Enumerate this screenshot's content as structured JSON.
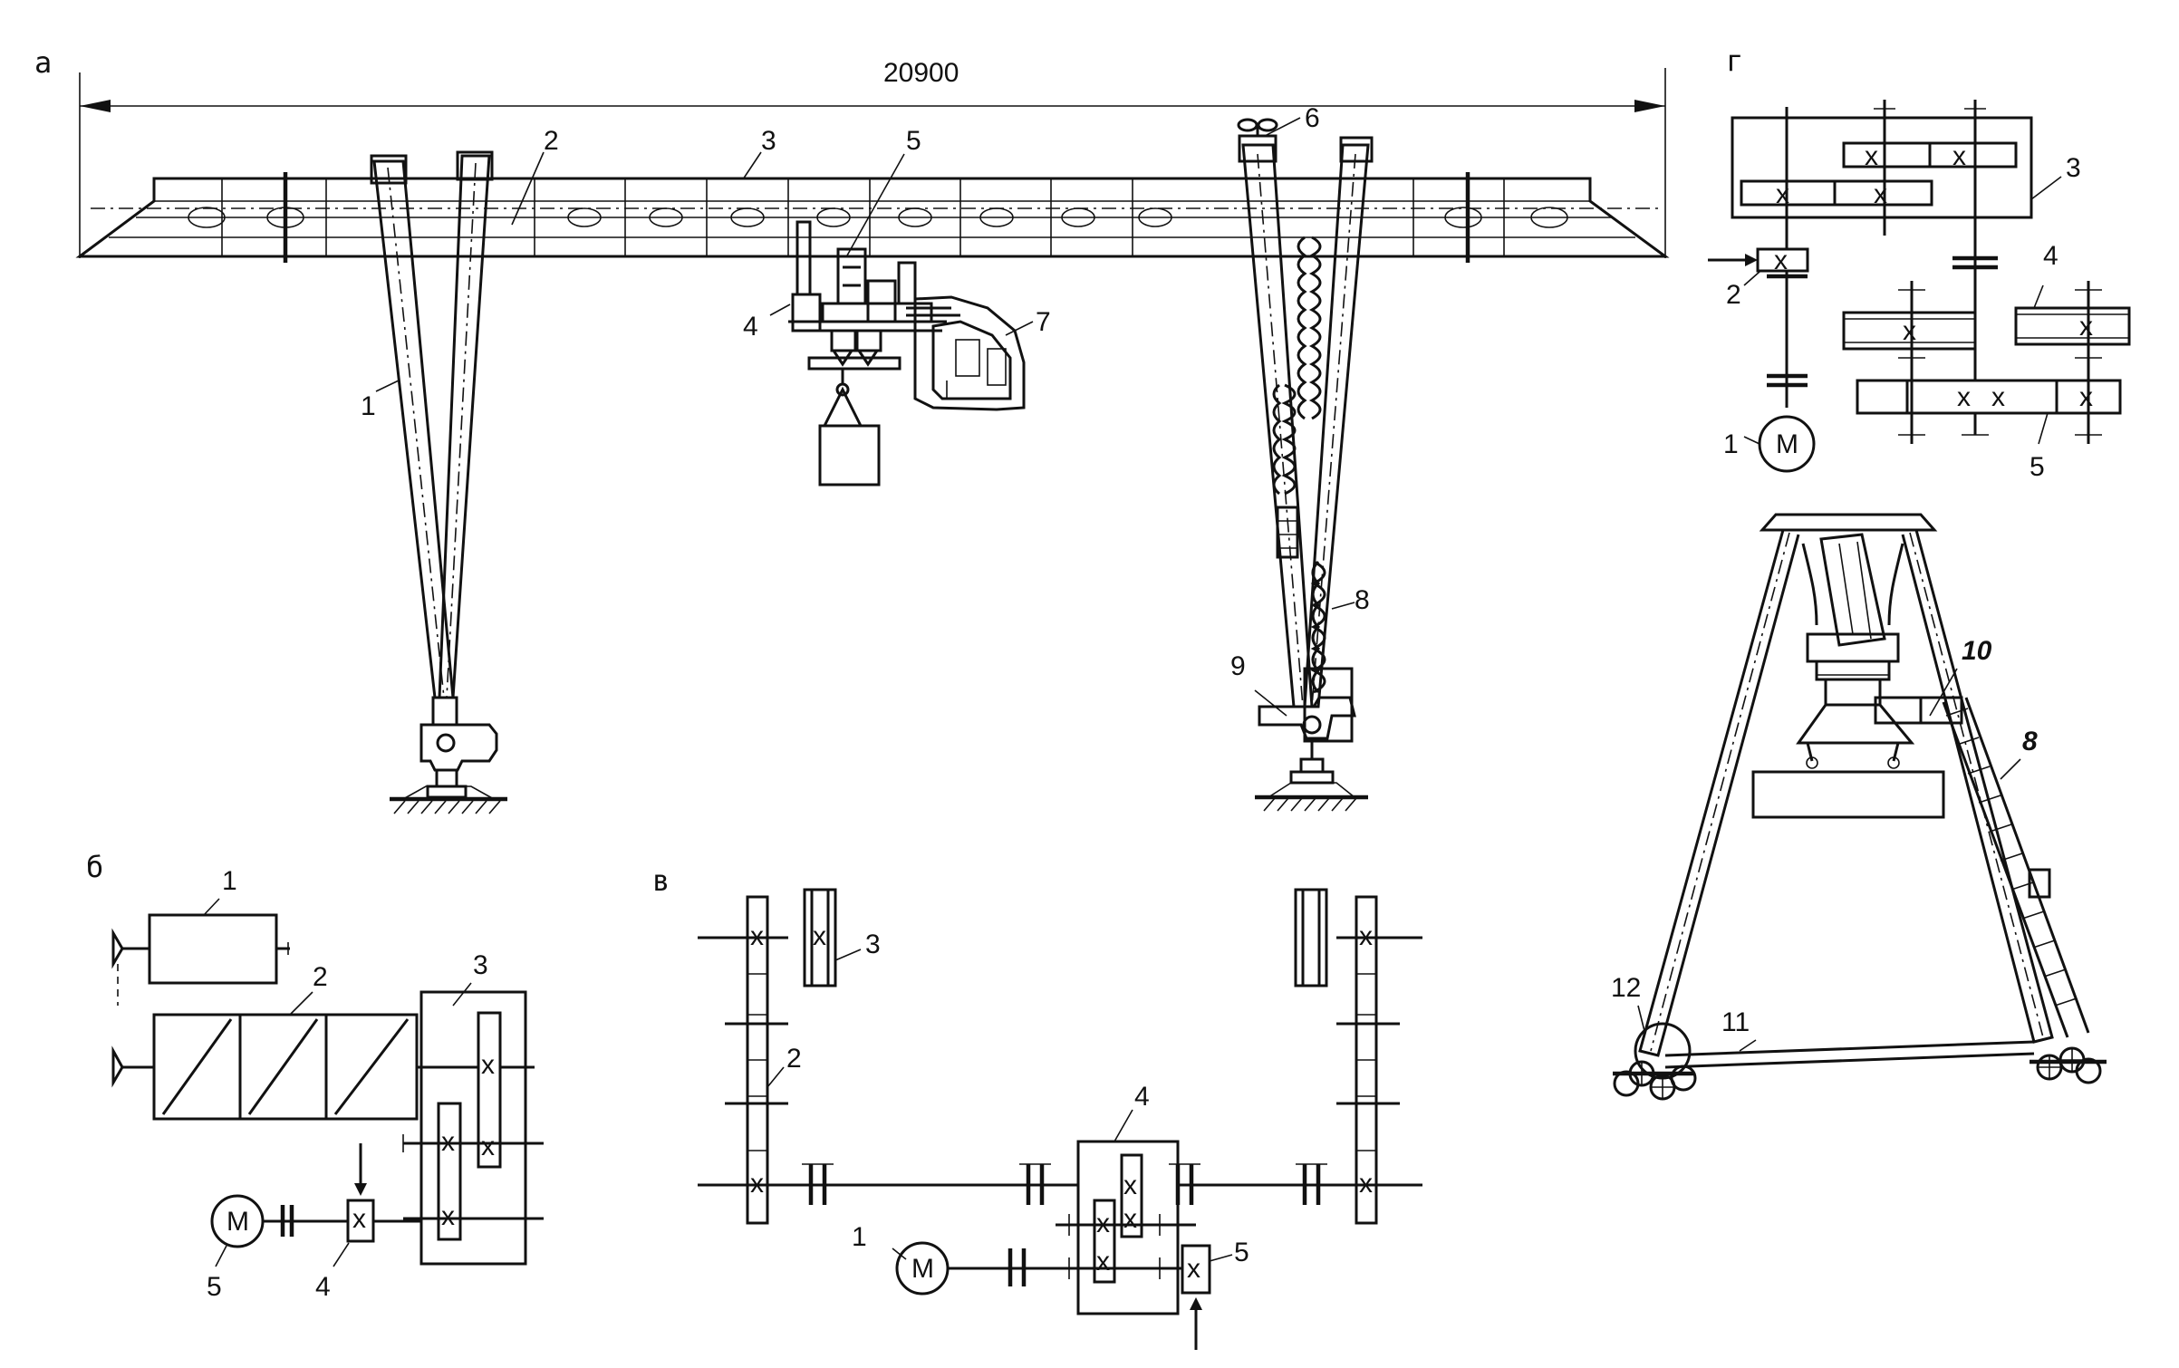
{
  "panels": {
    "a": "а",
    "b": "б",
    "v": "в",
    "g": "г"
  },
  "dimension": "20900",
  "panel_a_labels": [
    "1",
    "2",
    "3",
    "4",
    "5",
    "6",
    "7",
    "8",
    "9"
  ],
  "panel_b_labels": [
    "1",
    "2",
    "3",
    "4",
    "5"
  ],
  "panel_v_labels": [
    "1",
    "2",
    "3",
    "4",
    "5"
  ],
  "panel_g_labels": [
    "1",
    "2",
    "3",
    "4",
    "5"
  ],
  "panel_g_side_labels": [
    "8",
    "10",
    "11",
    "12"
  ],
  "motor_symbol": "M",
  "gear_symbol": "x"
}
